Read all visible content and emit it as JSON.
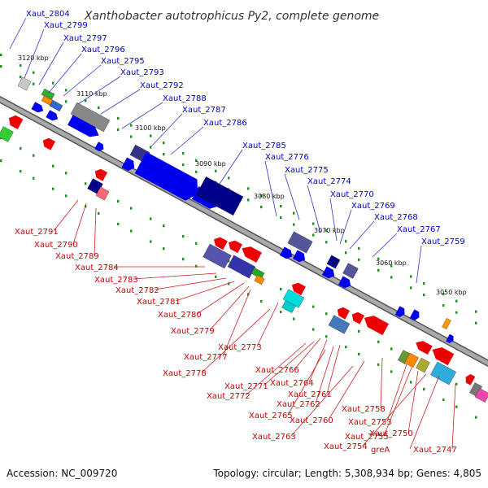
{
  "title": "Xanthobacter autotrophicus Py2, complete genome",
  "footer": {
    "accession": "Accession: NC_009720",
    "summary": "Topology: circular; Length: 5,308,934 bp; Genes: 4,805"
  },
  "ticks": [
    "3120 kbp",
    "3110 kbp",
    "3100 kbp",
    "3090 kbp",
    "3080 kbp",
    "3070 kbp",
    "3060 kbp",
    "3050 kbp"
  ],
  "blue_labels": [
    "Xaut_2804",
    "Xaut_2799",
    "Xaut_2797",
    "Xaut_2796",
    "Xaut_2795",
    "Xaut_2793",
    "Xaut_2792",
    "Xaut_2788",
    "Xaut_2787",
    "Xaut_2786",
    "Xaut_2785",
    "Xaut_2776",
    "Xaut_2775",
    "Xaut_2774",
    "Xaut_2770",
    "Xaut_2769",
    "Xaut_2768",
    "Xaut_2767",
    "Xaut_2759"
  ],
  "red_labels": [
    "Xaut_2791",
    "Xaut_2790",
    "Xaut_2789",
    "Xaut_2784",
    "Xaut_2783",
    "Xaut_2782",
    "Xaut_2781",
    "Xaut_2780",
    "Xaut_2779",
    "Xaut_2777",
    "Xaut_2778",
    "Xaut_2773",
    "Xaut_2766",
    "Xaut_2771",
    "Xaut_2764",
    "Xaut_2772",
    "Xaut_2761",
    "Xaut_2762",
    "Xaut_2765",
    "Xaut_2758",
    "Xaut_2760",
    "Xaut_2763",
    "Xaut_2753",
    "Xaut_2755",
    "Xaut_2750",
    "Xaut_2754",
    "greA",
    "Xaut_2747"
  ],
  "colors": {
    "forward_strand": "#0000ee",
    "reverse_strand": "#ee0000",
    "backbone": "#888888",
    "gc_dots": "#228b22"
  }
}
